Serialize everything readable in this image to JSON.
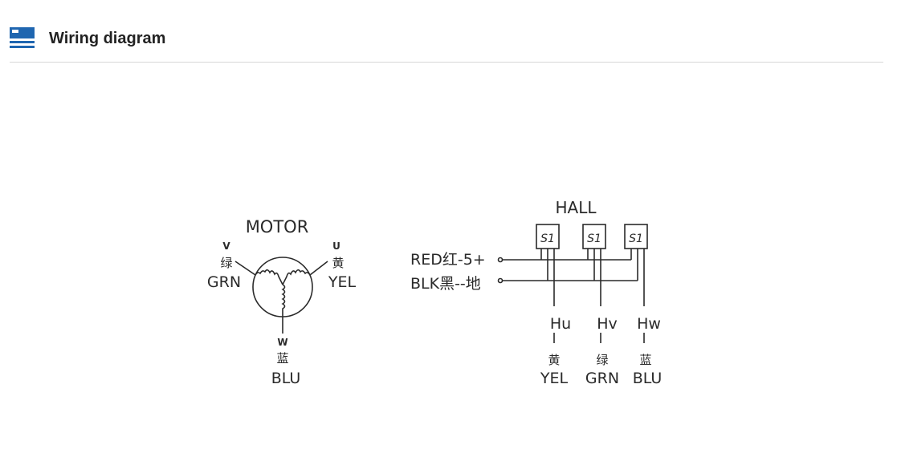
{
  "header": {
    "title": "Wiring diagram",
    "icon": "list-panel-icon",
    "accent_color": "#1f66b0"
  },
  "motor": {
    "title": "MOTOR",
    "phases": [
      {
        "letter": "V",
        "cn": "绿",
        "en": "GRN"
      },
      {
        "letter": "U",
        "cn": "黄",
        "en": "YEL"
      },
      {
        "letter": "W",
        "cn": "蓝",
        "en": "BLU"
      }
    ]
  },
  "hall": {
    "title": "HALL",
    "sensor_label": "S1",
    "power": [
      {
        "label": "RED红-5+"
      },
      {
        "label": "BLK黑--地"
      }
    ],
    "outputs": [
      {
        "signal": "Hu",
        "cn": "黄",
        "en": "YEL"
      },
      {
        "signal": "Hv",
        "cn": "绿",
        "en": "GRN"
      },
      {
        "signal": "Hw",
        "cn": "蓝",
        "en": "BLU"
      }
    ]
  }
}
